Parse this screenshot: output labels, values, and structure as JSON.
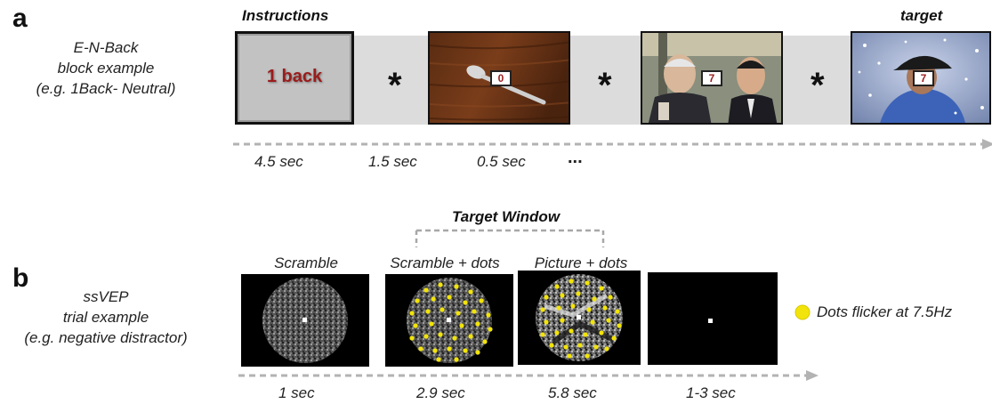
{
  "panel_a": {
    "letter": "a",
    "side_label_lines": [
      "E-N-Back",
      "block example",
      "(e.g. 1Back- Neutral)"
    ],
    "header_instructions": "Instructions",
    "header_target": "target",
    "instruction_text": "1 back",
    "separator_symbol": "*",
    "stimulus_numbers": [
      "0",
      "7",
      "7"
    ],
    "timings": [
      "4.5 sec",
      "1.5 sec",
      "0.5 sec",
      "..."
    ],
    "colors": {
      "band": "#dcdcdc",
      "instruction_text": "#9b1c1c",
      "arrow": "#b3b3b3"
    }
  },
  "panel_b": {
    "letter": "b",
    "side_label_lines": [
      "ssVEP",
      "trial example",
      "(e.g. negative distractor)"
    ],
    "window_label": "Target Window",
    "captions": [
      "Scramble",
      "Scramble + dots",
      "Picture + dots"
    ],
    "timings": [
      "1 sec",
      "2.9 sec",
      "5.8 sec",
      "1-3 sec"
    ],
    "legend_text": "Dots flicker at 7.5Hz",
    "colors": {
      "dot": "#f2e40a"
    }
  }
}
